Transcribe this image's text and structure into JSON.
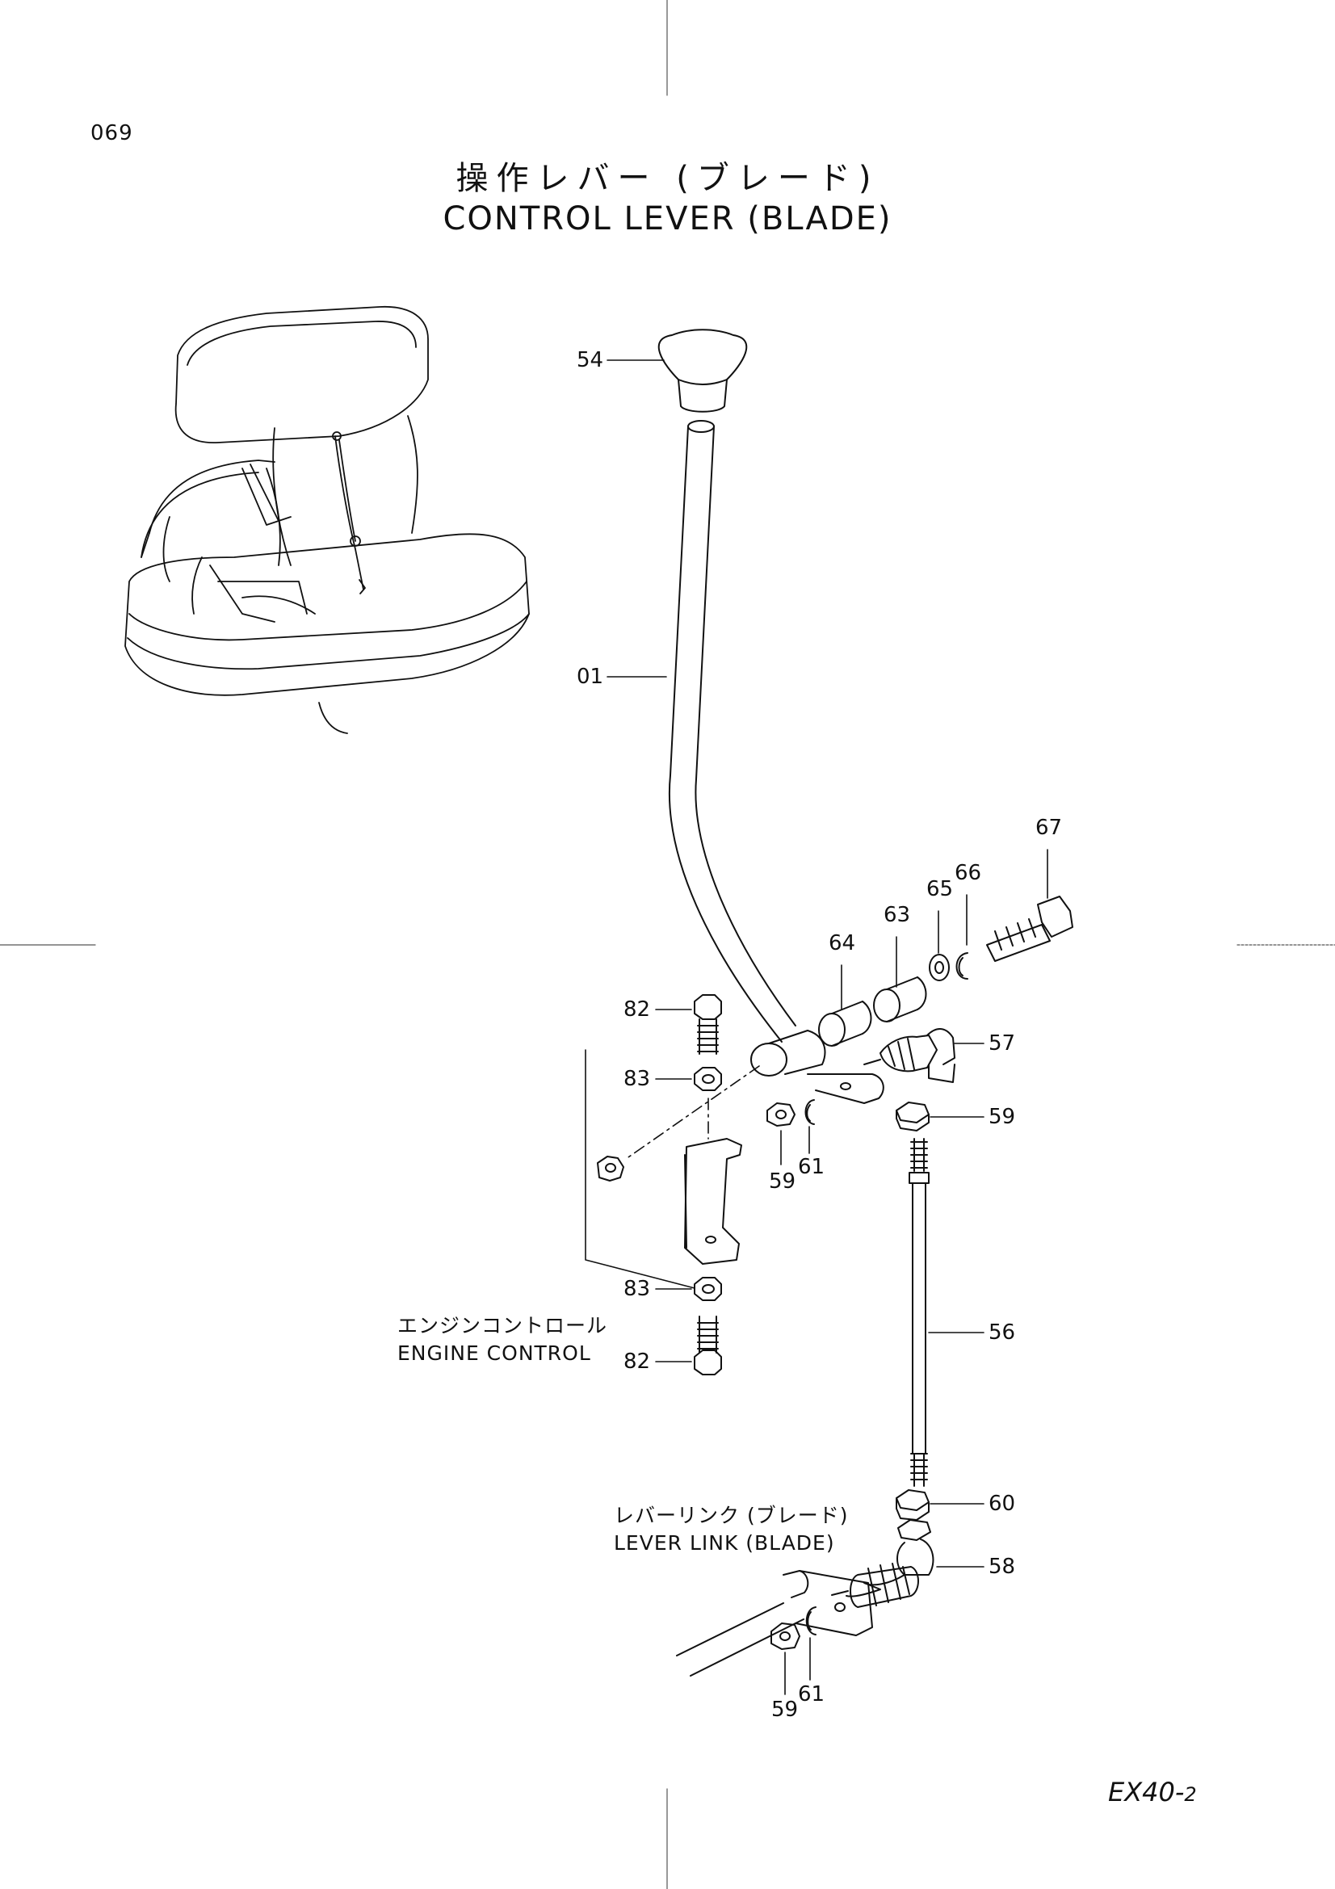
{
  "page_number": "069",
  "title": {
    "japanese": "操作レバー (ブレード)",
    "english": "CONTROL LEVER (BLADE)"
  },
  "model": {
    "main": "EX40-",
    "suffix": "2"
  },
  "group_labels": {
    "engine_control_jp": "エンジンコントロール",
    "engine_control_en": "ENGINE CONTROL",
    "lever_link_jp": "レバーリンク (ブレード)",
    "lever_link_en": "LEVER LINK (BLADE)"
  },
  "callouts": {
    "c54": "54",
    "c01": "01",
    "c67": "67",
    "c66": "66",
    "c65": "65",
    "c63": "63",
    "c64": "64",
    "c82_top": "82",
    "c57": "57",
    "c83_top": "83",
    "c59_right": "59",
    "c59_center": "59",
    "c61_center": "61",
    "c83_bottom": "83",
    "c82_bottom": "82",
    "c56": "56",
    "c60": "60",
    "c58": "58",
    "c61_bottom": "61",
    "c59_bottom": "59"
  }
}
